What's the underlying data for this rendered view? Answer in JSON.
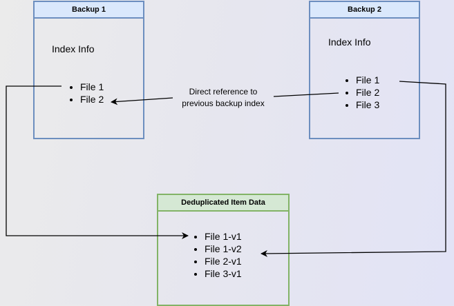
{
  "backup1": {
    "title": "Backup 1",
    "index_label": "Index Info",
    "files": [
      "File 1",
      "File 2"
    ]
  },
  "backup2": {
    "title": "Backup 2",
    "index_label": "Index Info",
    "files": [
      "File 1",
      "File 2",
      "File 3"
    ]
  },
  "dedup": {
    "title": "Deduplicated Item Data",
    "items": [
      "File 1-v1",
      "File 1-v2",
      "File 2-v1",
      "File 3-v1"
    ]
  },
  "edge_label": {
    "line1": "Direct reference to",
    "line2": "previous backup index"
  },
  "colors": {
    "blue_border": "#6c8ebf",
    "blue_fill": "#dae8fc",
    "green_border": "#82b366",
    "green_fill": "#d5e8d4"
  }
}
